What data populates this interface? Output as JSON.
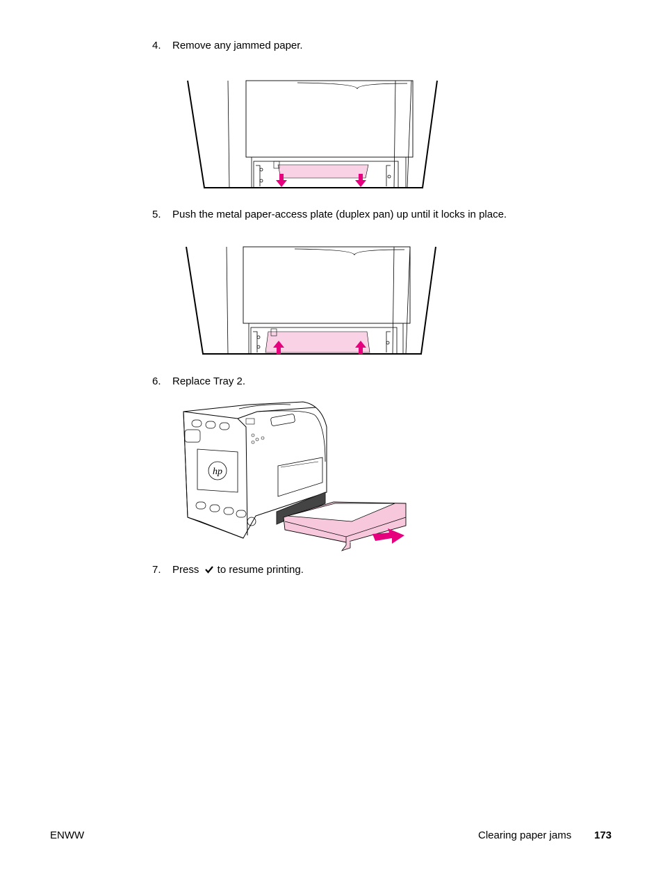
{
  "steps": [
    {
      "num": "4.",
      "text": "Remove any jammed paper."
    },
    {
      "num": "5.",
      "text": "Push the metal paper-access plate (duplex pan) up until it locks in place."
    },
    {
      "num": "6.",
      "text": "Replace Tray 2."
    },
    {
      "num": "7.",
      "text_before": "Press",
      "icon": "checkmark-icon",
      "text_after": "to resume printing."
    }
  ],
  "figure_logo": "hp",
  "colors": {
    "accent": "#e6007e",
    "paper": "#f9d2e6",
    "tray": "#f7c8dc"
  },
  "footer": {
    "left": "ENWW",
    "section": "Clearing paper jams",
    "page": "173"
  }
}
